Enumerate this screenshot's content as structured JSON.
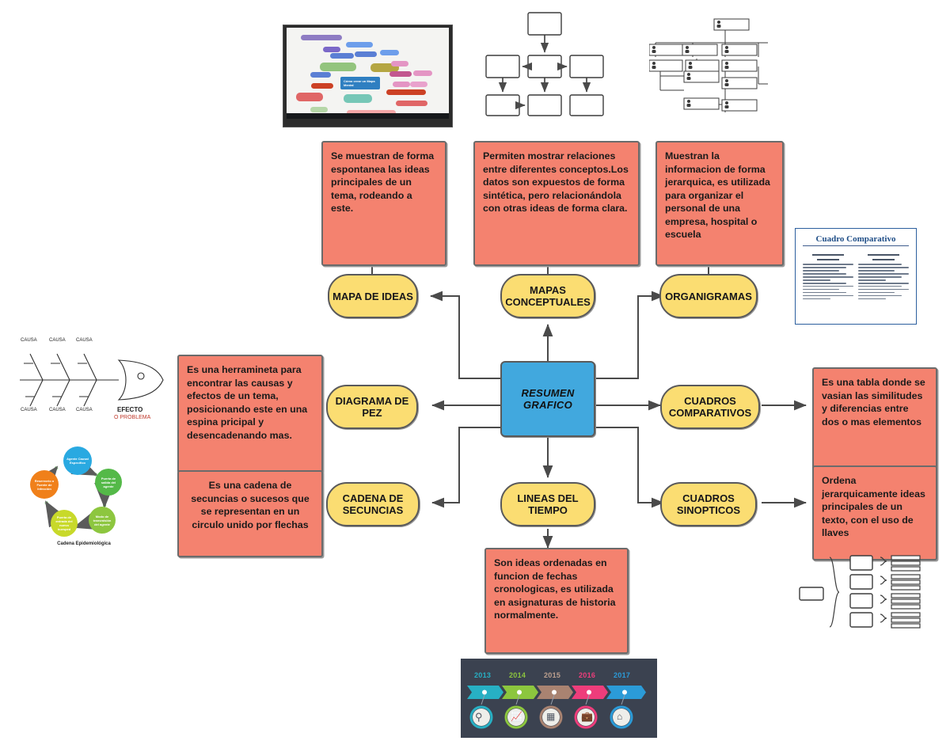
{
  "diagram": {
    "title": "RESUMEN GRAFICO",
    "center": {
      "label": "RESUMEN GRAFICO",
      "color": "#41A8DE"
    },
    "topic_color": "#FBDD72",
    "description_color": "#F4826F",
    "topics": [
      {
        "id": "mapa-de-ideas",
        "label": "MAPA DE IDEAS"
      },
      {
        "id": "mapas-conceptuales",
        "label": "MAPAS CONCEPTUALES"
      },
      {
        "id": "organigramas",
        "label": "ORGANIGRAMAS"
      },
      {
        "id": "diagrama-de-pez",
        "label": "DIAGRAMA DE PEZ"
      },
      {
        "id": "cuadros-comparativos",
        "label": "CUADROS COMPARATIVOS"
      },
      {
        "id": "cadena-de-secuncias",
        "label": "CADENA DE SECUNCIAS"
      },
      {
        "id": "lineas-del-tiempo",
        "label": "LINEAS DEL TIEMPO"
      },
      {
        "id": "cuadros-sinopticos",
        "label": "CUADROS SINOPTICOS"
      }
    ],
    "descriptions": [
      {
        "id": "desc-mapa-de-ideas",
        "text": "Se muestran de forma espontanea las ideas principales de un tema, rodeando a este."
      },
      {
        "id": "desc-mapas-conceptuales",
        "text": "Permiten mostrar relaciones entre diferentes conceptos.Los datos son expuestos de forma sintética, pero relacionándola con otras ideas de forma clara."
      },
      {
        "id": "desc-organigramas",
        "text": "Muestran la informacion de forma jerarquica, es utilizada para organizar el personal de una empresa, hospital o escuela"
      },
      {
        "id": "desc-diagrama-de-pez",
        "text": "Es una herramineta para encontrar las causas y efectos de un tema,  posicionando este en una espina pricipal y desencadenando mas."
      },
      {
        "id": "desc-cuadros-comparativos",
        "text": "Es una tabla donde se vasian las similitudes y diferencias entre dos o mas elementos"
      },
      {
        "id": "desc-cadena-de-secuncias",
        "text": "Es una cadena de secuncias o sucesos que se representan en un circulo unido por flechas"
      },
      {
        "id": "desc-lineas-del-tiempo",
        "text": "Son ideas ordenadas en funcion de fechas cronologicas, es utilizada en asignaturas de historia normalmente."
      },
      {
        "id": "desc-cuadros-sinopticos",
        "text": "Ordena jerarquicamente ideas principales de un texto, con el uso de llaves"
      }
    ]
  },
  "illustrations": {
    "mindmap_screenshot": {
      "name": "mindmap-screenshot",
      "center_label": "Cómo crear un Mapa Mental"
    },
    "flowchart": {
      "name": "flowchart-thumbnail"
    },
    "orgchart": {
      "name": "orgchart-thumbnail"
    },
    "cuadro_comparativo": {
      "name": "cuadro-comparativo-thumbnail",
      "title": "Cuadro Comparativo"
    },
    "fishbone": {
      "name": "fishbone-thumbnail",
      "effect_label": "EFECTO",
      "effect_sub": "O PROBLEMA",
      "causes_top": [
        "CAUSA",
        "CAUSA",
        "CAUSA"
      ],
      "causes_bottom": [
        "CAUSA",
        "CAUSA",
        "CAUSA"
      ]
    },
    "cycle": {
      "name": "cycle-diagram-thumbnail",
      "caption": "Cadena Epidemiológica",
      "nodes": [
        {
          "label": "Agente Causal Específico",
          "color": "#29a9e1"
        },
        {
          "label": "Puerta de salida del agente",
          "color": "#54b948"
        },
        {
          "label": "Modo de transmisión del agente",
          "color": "#8dc63f"
        },
        {
          "label": "Puerta de entrada del nuevo huesped",
          "color": "#c8d92a"
        },
        {
          "label": "Reservorio o Fuente de Infección",
          "color": "#f0801a"
        }
      ]
    },
    "timeline": {
      "name": "timeline-thumbnail",
      "items": [
        {
          "year": "2013",
          "color": "#27b0c4",
          "icon": "magnifier-icon"
        },
        {
          "year": "2014",
          "color": "#8cc63e",
          "icon": "chart-icon"
        },
        {
          "year": "2015",
          "color": "#a98371",
          "icon": "calculator-icon"
        },
        {
          "year": "2016",
          "color": "#ee3d7b",
          "icon": "briefcase-icon"
        },
        {
          "year": "2017",
          "color": "#2b9bd8",
          "icon": "home-icon"
        }
      ]
    },
    "braces": {
      "name": "braces-outline-thumbnail"
    }
  }
}
